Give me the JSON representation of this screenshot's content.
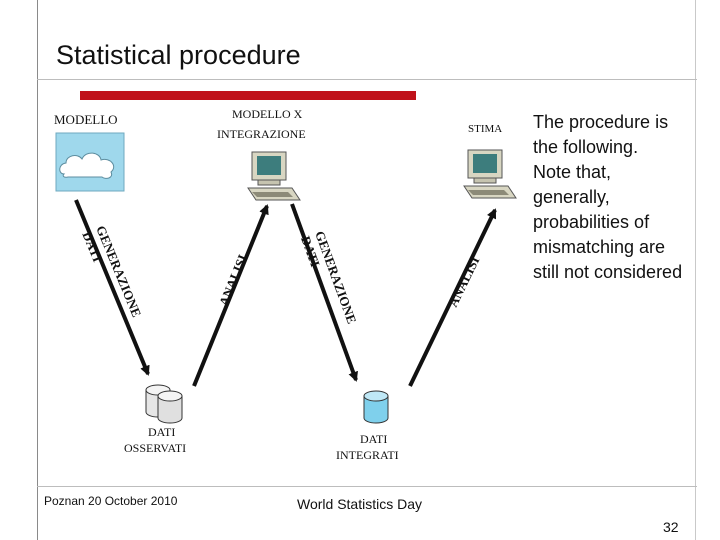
{
  "slide": {
    "title": "Statistical procedure",
    "body": [
      "The procedure is the following.",
      "Note that, generally, probabilities of mismatching are still not considered"
    ],
    "footer_left": "Poznan 20 October 2010",
    "footer_center": "World Statistics Day",
    "page_number": "32",
    "accent_color": "#c0121b"
  },
  "diagram": {
    "nodes": {
      "modello": "MODELLO",
      "modello_integrazione_line1": "MODELLO X",
      "modello_integrazione_line2": "INTEGRAZIONE",
      "stima": "STIMA",
      "dati_osservati_line1": "DATI",
      "dati_osservati_line2": "OSSERVATI",
      "dati_integrati_line1": "DATI",
      "dati_integrati_line2": "INTEGRATI"
    },
    "edges": {
      "generazione": "GENERAZIONE",
      "dati": "DATI",
      "analisi": "ANALISI"
    }
  }
}
